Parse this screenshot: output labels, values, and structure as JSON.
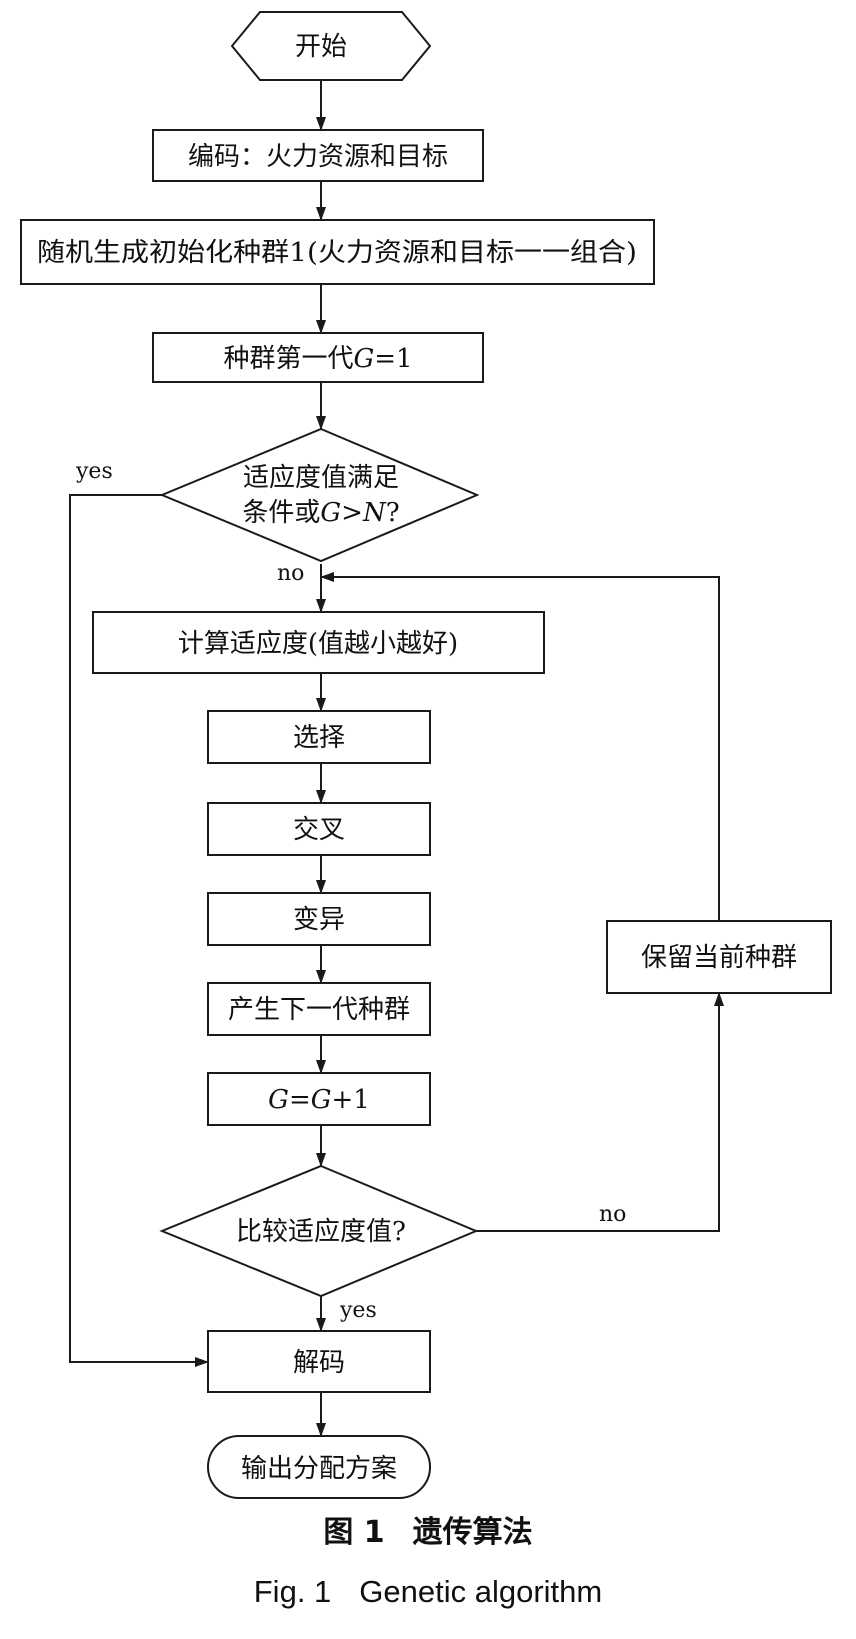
{
  "nodes": {
    "start": "开始",
    "encode": "编码：火力资源和目标",
    "init_population": "随机生成初始化种群1(火力资源和目标一一组合)",
    "first_gen": {
      "text": "种群第一代",
      "var": "G",
      "rest": "=1"
    },
    "check_condition": {
      "line1": "适应度值满足",
      "line2_text": "条件或",
      "line2_var_g": "G",
      "line2_gt": ">",
      "line2_var_n": "N",
      "line2_q": "?"
    },
    "compute_fitness": "计算适应度(值越小越好)",
    "select": "选择",
    "crossover": "交叉",
    "mutation": "变异",
    "next_gen": "产生下一代种群",
    "increment": {
      "var1": "G",
      "eq": "=",
      "var2": "G",
      "rest": "+1"
    },
    "compare": "比较适应度值?",
    "keep": "保留当前种群",
    "decode": "解码",
    "output": "输出分配方案"
  },
  "edge_labels": {
    "condition_yes": "yes",
    "condition_no": "no",
    "compare_no": "no",
    "compare_yes": "yes"
  },
  "caption": {
    "cn_number": "图 1",
    "cn_title": "遗传算法",
    "en_number": "Fig. 1",
    "en_title": "Genetic algorithm"
  }
}
